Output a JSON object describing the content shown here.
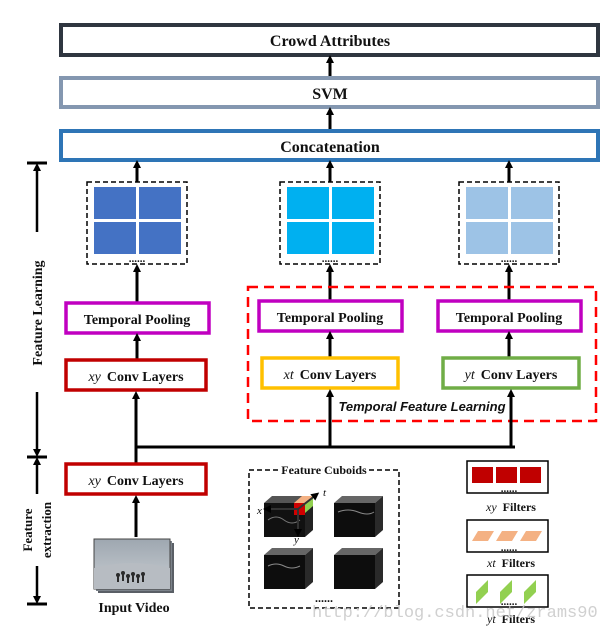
{
  "top": {
    "crowd_attributes": "Crowd Attributes",
    "svm": "SVM",
    "concatenation": "Concatenation"
  },
  "side_labels": {
    "feature_learning": "Feature Learning",
    "feature_extraction_line1": "Feature",
    "feature_extraction_line2": "extraction"
  },
  "branches": {
    "xy": {
      "pooling": "Temporal Pooling",
      "conv_prefix": "xy",
      "conv_label": "Conv Layers",
      "map_color": "#4472c4"
    },
    "xt": {
      "pooling": "Temporal Pooling",
      "conv_prefix": "xt",
      "conv_label": "Conv Layers",
      "map_color": "#00b0f0"
    },
    "yt": {
      "pooling": "Temporal Pooling",
      "conv_prefix": "yt",
      "conv_label": "Conv Layers",
      "map_color": "#9dc3e6"
    },
    "ellipsis": "......"
  },
  "temporal_feature_learning": "Temporal Feature Learning",
  "extraction": {
    "conv_prefix": "xy",
    "conv_label": "Conv Layers",
    "input_video": "Input Video"
  },
  "cuboids": {
    "title": "Feature Cuboids",
    "axis_x": "x",
    "axis_y": "y",
    "axis_t": "t",
    "ellipsis": "......"
  },
  "filters": {
    "xy_prefix": "xy",
    "xt_prefix": "xt",
    "yt_prefix": "yt",
    "label": "Filters",
    "ellipsis": "......",
    "xy_color": "#c00000",
    "xt_color": "#f4b183",
    "yt_color": "#92d050"
  },
  "watermark": "http://blog.csdn.net/zrams90",
  "colors": {
    "crowd_border": "#2f3640",
    "svm_border": "#8497b0",
    "concat_border": "#2e75b6",
    "pooling_border": "#c000c0",
    "xy_conv_border": "#c00000",
    "xt_conv_border": "#ffc000",
    "yt_conv_border": "#70ad47",
    "tfl_border": "#ff0000"
  }
}
